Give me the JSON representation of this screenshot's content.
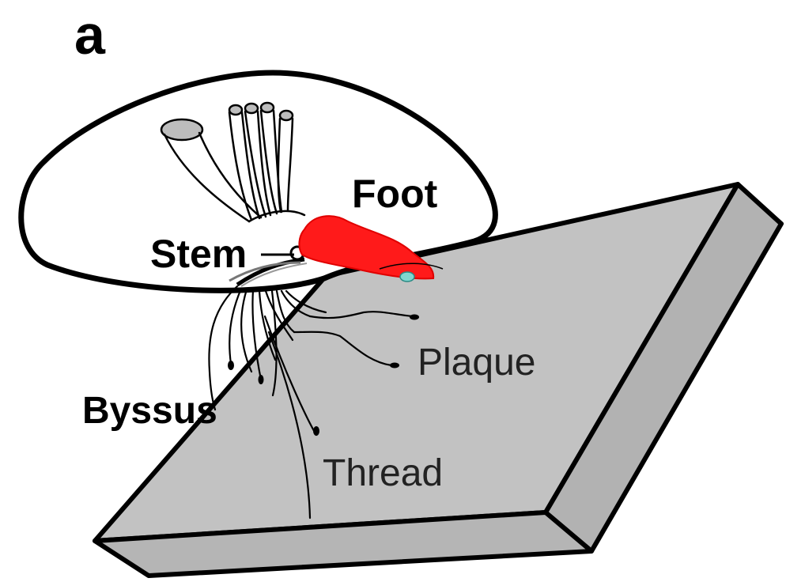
{
  "panel_letter": "a",
  "labels": {
    "foot": "Foot",
    "stem": "Stem",
    "byssus": "Byssus",
    "plaque": "Plaque",
    "thread": "Thread"
  },
  "colors": {
    "foot": "#ff1a1a",
    "substrate_top": "#c2c2c2",
    "substrate_side": "#b2b2b2",
    "outline": "#000000",
    "plaque_tip": "#7fd6cf"
  }
}
